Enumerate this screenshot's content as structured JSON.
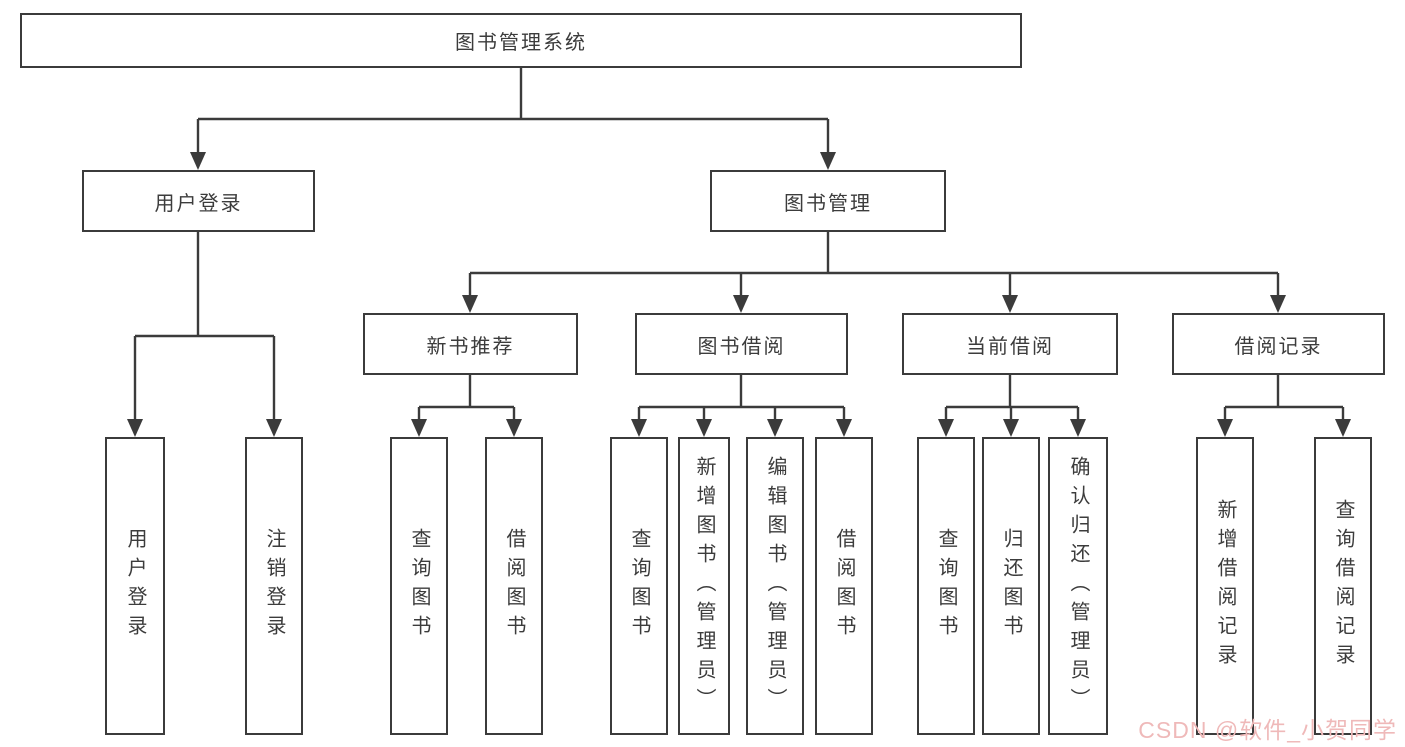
{
  "diagram": {
    "root": {
      "label": "图书管理系统"
    },
    "level1": [
      {
        "label": "用户登录"
      },
      {
        "label": "图书管理"
      }
    ],
    "level2": [
      {
        "label": "新书推荐"
      },
      {
        "label": "图书借阅"
      },
      {
        "label": "当前借阅"
      },
      {
        "label": "借阅记录"
      }
    ],
    "leaves": [
      {
        "parent": "用户登录",
        "label": "用户登录"
      },
      {
        "parent": "用户登录",
        "label": "注销登录"
      },
      {
        "parent": "新书推荐",
        "label": "查询图书"
      },
      {
        "parent": "新书推荐",
        "label": "借阅图书"
      },
      {
        "parent": "图书借阅",
        "label": "查询图书"
      },
      {
        "parent": "图书借阅",
        "label": "新增图书（管理员）"
      },
      {
        "parent": "图书借阅",
        "label": "编辑图书（管理员）"
      },
      {
        "parent": "图书借阅",
        "label": "借阅图书"
      },
      {
        "parent": "当前借阅",
        "label": "查询图书"
      },
      {
        "parent": "当前借阅",
        "label": "归还图书"
      },
      {
        "parent": "当前借阅",
        "label": "确认归还（管理员）"
      },
      {
        "parent": "借阅记录",
        "label": "新增借阅记录"
      },
      {
        "parent": "借阅记录",
        "label": "查询借阅记录"
      }
    ]
  },
  "watermark": {
    "text": "CSDN @软件_小贺同学",
    "color": "#efb9b9"
  },
  "colors": {
    "line": "#3b3b3b",
    "text": "#3c3c3c",
    "background": "#ffffff"
  }
}
